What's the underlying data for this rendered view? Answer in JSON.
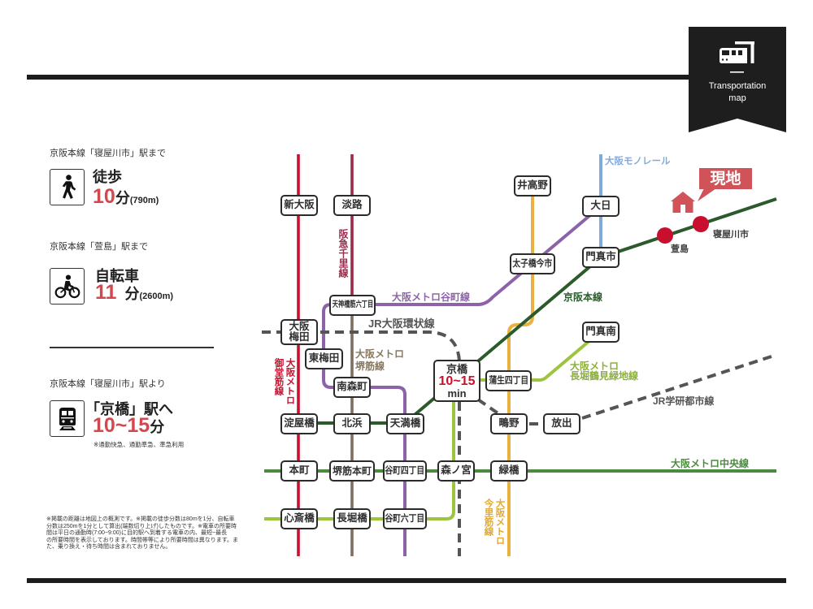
{
  "badge": {
    "icon": "train-station-icon",
    "title_line1": "Transportation",
    "title_line2": "map"
  },
  "access": {
    "walk": {
      "caption": "京阪本線「寝屋川市」駅まで",
      "icon": "walking-person-icon",
      "mode": "徒歩",
      "time": "10",
      "unit": "分",
      "distance": "(790m)"
    },
    "bike": {
      "caption": "京阪本線「萱島」駅まで",
      "icon": "bicycle-icon",
      "mode": "自転車",
      "time": "11",
      "unit": "分",
      "distance": "(2600m)"
    },
    "train": {
      "caption": "京阪本線「寝屋川市」駅より",
      "icon": "train-icon",
      "destination": "「京橋」駅へ",
      "time": "10~15",
      "unit": "分",
      "note": "※通勤快急、通勤準急、準急利用"
    }
  },
  "footnote_lines": [
    "※掲載の距離は地図上の概測です。※掲載の徒歩分数は80mを1分、自転車",
    "分数は250mを1分として算出(端数切り上げ)したものです。※電車の所要時",
    "間は平日の通勤時(7:00~9:00)に目的駅へ到着する電車の内、最短~最長",
    "の所要時間を表示しております。時間帯等により所要時間は異なります。ま",
    "た、乗り換え・待ち時間は含まれておりません。"
  ],
  "map": {
    "site_label": "現地",
    "site_icon": "house-icon",
    "marked_stations": {
      "kayashima": "萱島",
      "neyagawashi": "寝屋川市"
    },
    "kyobashi": {
      "name": "京橋",
      "time": "10~15",
      "unit": "min"
    },
    "stations": {
      "shin_osaka": "新大阪",
      "awaji": "淡路",
      "igano": "井高野",
      "dainichi": "大日",
      "taishibashi_imaichi": "太子橋今市",
      "kadomashi": "門真市",
      "tenjimbashisuji_6": "天神橋筋六丁目",
      "osaka_umeda": "大阪\n梅田",
      "higashi_umeda": "東梅田",
      "minami_morimachi": "南森町",
      "gamo_4": "蒲生四丁目",
      "kadoma_minami": "門真南",
      "yodoyabashi": "淀屋橋",
      "kitahama": "北浜",
      "temmabashi": "天満橋",
      "shigino": "鴫野",
      "hanaten": "放出",
      "hommachi": "本町",
      "sakaisuji_hommachi": "堺筋本町",
      "tanimachi_4": "谷町四丁目",
      "morinomiya": "森ノ宮",
      "midoribashi": "緑橋",
      "shinsaibashi": "心斎橋",
      "nagahoribashi": "長堀橋",
      "tanimachi_6": "谷町六丁目"
    },
    "lines": {
      "monorail": "大阪モノレール",
      "tanimachi": "大阪メトロ谷町線",
      "keihan": "京阪本線",
      "jr_loop": "JR大阪環状線",
      "jr_gakken": "JR学研都市線",
      "nagahori_line1": "大阪メトロ",
      "nagahori_line2": "長堀鶴見緑地線",
      "sakaisuji_line1": "大阪メトロ",
      "sakaisuji_line2": "堺筋線",
      "hankyu_senri": "阪急千里線",
      "midosuji_line1": "大阪メトロ",
      "midosuji_line2": "御堂筋線",
      "imazato_line1": "大阪メトロ",
      "imazato_line2": "今里筋線",
      "chuo": "大阪メトロ中央線"
    }
  },
  "colors": {
    "accent_red": "#d3474f",
    "kyobashi_red": "#c8102e",
    "marker": "#c8102e",
    "site": "#cf5358",
    "badge_bg": "#1e1e1e",
    "rule": "#1c1c1c",
    "midosuji": "#c9102f",
    "hankyu_senri": "#9b2b4b",
    "sakaisuji": "#7d7060",
    "sakaisuji_label": "#87785f",
    "tanimachi": "#8c63a9",
    "keihan": "#2b5b2b",
    "chuo": "#4c8b3f",
    "nagahori": "#9dc43e",
    "nagahori_label": "#8cb13a",
    "imazato": "#e9b13f",
    "imazato_label": "#e2a932",
    "monorail": "#80aadb",
    "jr": "#555555"
  }
}
